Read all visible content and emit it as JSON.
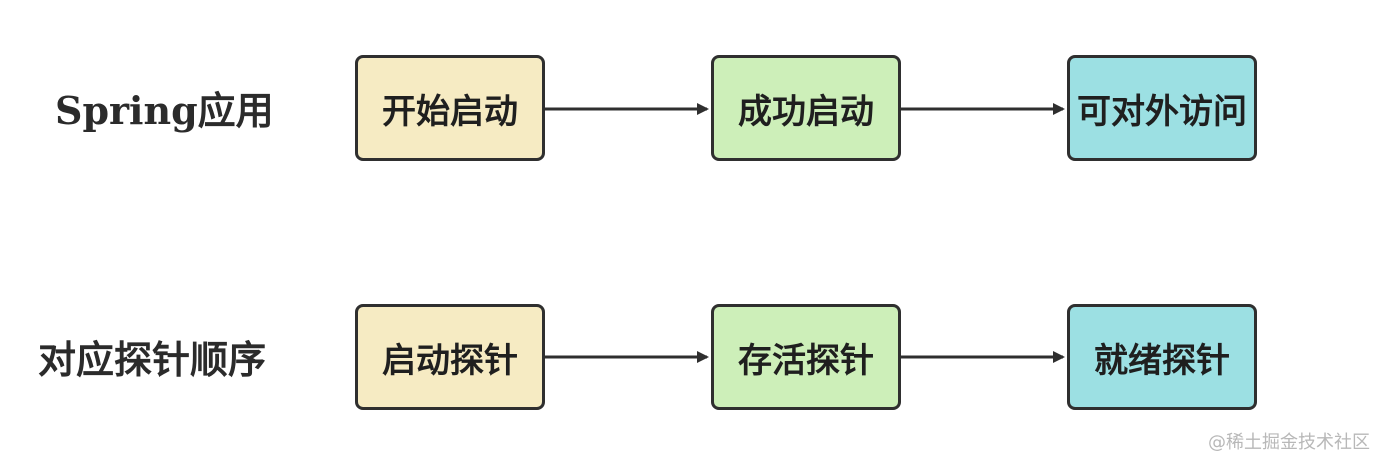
{
  "rows": [
    {
      "label": "Spring应用",
      "steps": [
        "开始启动",
        "成功启动",
        "可对外访问"
      ]
    },
    {
      "label": "对应探针顺序",
      "steps": [
        "启动探针",
        "存活探针",
        "就绪探针"
      ]
    }
  ],
  "colors": {
    "step1": "#f6ebc3",
    "step2": "#cdefb9",
    "step3": "#9ce0e3",
    "border": "#2f2f2f",
    "arrow": "#2f2f2f"
  },
  "watermark": "@稀土掘金技术社区"
}
